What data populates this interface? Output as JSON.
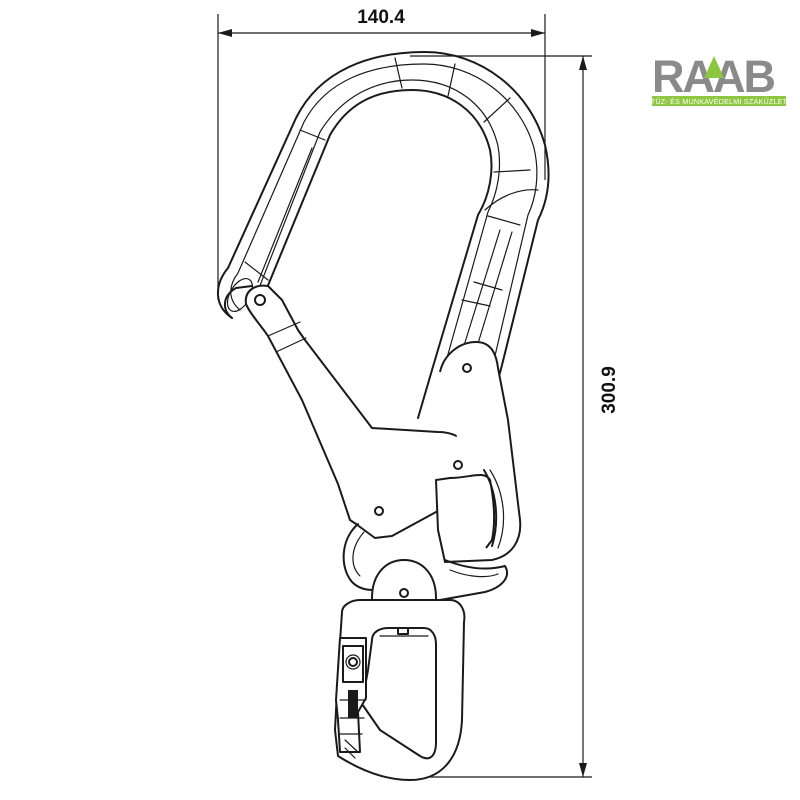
{
  "dimensions": {
    "width_label": "140.4",
    "height_label": "300.9"
  },
  "logo": {
    "name": "RAAB",
    "tagline": "TŰZ- ÉS MUNKAVÉDELMI SZAKÜZLET",
    "colors": {
      "letters": "#8a8a8a",
      "accent": "#8dc63f",
      "band": "#8dc63f"
    }
  }
}
